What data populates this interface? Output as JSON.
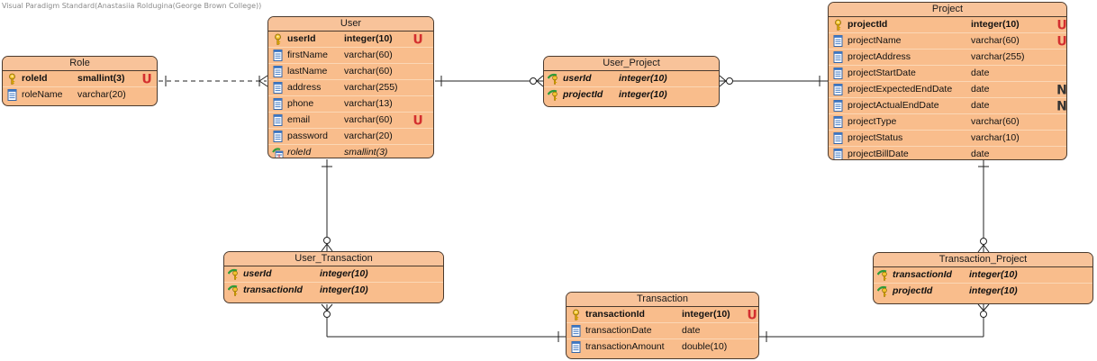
{
  "watermark": "Visual Paradigm Standard(Anastasiia Roldugina(George Brown College))",
  "colors": {
    "entity_fill": "#f9bd8c",
    "border": "#4a3a2e",
    "unique": "#d32f2f",
    "line": "#222222"
  },
  "entities": {
    "role": {
      "title": "Role",
      "columns": [
        {
          "name": "roleId",
          "type": "smallint(3)",
          "icon": "primary-key-icon",
          "constraint": "U"
        },
        {
          "name": "roleName",
          "type": "varchar(20)",
          "icon": "column-icon",
          "constraint": ""
        }
      ]
    },
    "user": {
      "title": "User",
      "columns": [
        {
          "name": "userId",
          "type": "integer(10)",
          "icon": "primary-key-icon",
          "constraint": "U"
        },
        {
          "name": "firstName",
          "type": "varchar(60)",
          "icon": "column-icon",
          "constraint": ""
        },
        {
          "name": "lastName",
          "type": "varchar(60)",
          "icon": "column-icon",
          "constraint": ""
        },
        {
          "name": "address",
          "type": "varchar(255)",
          "icon": "column-icon",
          "constraint": ""
        },
        {
          "name": "phone",
          "type": "varchar(13)",
          "icon": "column-icon",
          "constraint": ""
        },
        {
          "name": "email",
          "type": "varchar(60)",
          "icon": "column-icon",
          "constraint": "U"
        },
        {
          "name": "password",
          "type": "varchar(20)",
          "icon": "column-icon",
          "constraint": ""
        },
        {
          "name": "roleId",
          "type": "smallint(3)",
          "icon": "foreign-key-icon",
          "constraint": ""
        }
      ]
    },
    "user_project": {
      "title": "User_Project",
      "columns": [
        {
          "name": "userId",
          "type": "integer(10)",
          "icon": "primary-foreign-key-icon",
          "constraint": ""
        },
        {
          "name": "projectId",
          "type": "integer(10)",
          "icon": "primary-foreign-key-icon",
          "constraint": ""
        }
      ]
    },
    "project": {
      "title": "Project",
      "columns": [
        {
          "name": "projectId",
          "type": "integer(10)",
          "icon": "primary-key-icon",
          "constraint": "U"
        },
        {
          "name": "projectName",
          "type": "varchar(60)",
          "icon": "column-icon",
          "constraint": "U"
        },
        {
          "name": "projectAddress",
          "type": "varchar(255)",
          "icon": "column-icon",
          "constraint": ""
        },
        {
          "name": "projectStartDate",
          "type": "date",
          "icon": "column-icon",
          "constraint": ""
        },
        {
          "name": "projectExpectedEndDate",
          "type": "date",
          "icon": "column-icon",
          "constraint": "N"
        },
        {
          "name": "projectActualEndDate",
          "type": "date",
          "icon": "column-icon",
          "constraint": "N"
        },
        {
          "name": "projectType",
          "type": "varchar(60)",
          "icon": "column-icon",
          "constraint": ""
        },
        {
          "name": "projectStatus",
          "type": "varchar(10)",
          "icon": "column-icon",
          "constraint": ""
        },
        {
          "name": "projectBillDate",
          "type": "date",
          "icon": "column-icon",
          "constraint": ""
        }
      ]
    },
    "user_transaction": {
      "title": "User_Transaction",
      "columns": [
        {
          "name": "userId",
          "type": "integer(10)",
          "icon": "primary-foreign-key-icon",
          "constraint": ""
        },
        {
          "name": "transactionId",
          "type": "integer(10)",
          "icon": "primary-foreign-key-icon",
          "constraint": ""
        }
      ]
    },
    "transaction": {
      "title": "Transaction",
      "columns": [
        {
          "name": "transactionId",
          "type": "integer(10)",
          "icon": "primary-key-icon",
          "constraint": "U"
        },
        {
          "name": "transactionDate",
          "type": "date",
          "icon": "column-icon",
          "constraint": ""
        },
        {
          "name": "transactionAmount",
          "type": "double(10)",
          "icon": "column-icon",
          "constraint": ""
        }
      ]
    },
    "transaction_project": {
      "title": "Transaction_Project",
      "columns": [
        {
          "name": "transactionId",
          "type": "integer(10)",
          "icon": "primary-foreign-key-icon",
          "constraint": ""
        },
        {
          "name": "projectId",
          "type": "integer(10)",
          "icon": "primary-foreign-key-icon",
          "constraint": ""
        }
      ]
    }
  }
}
